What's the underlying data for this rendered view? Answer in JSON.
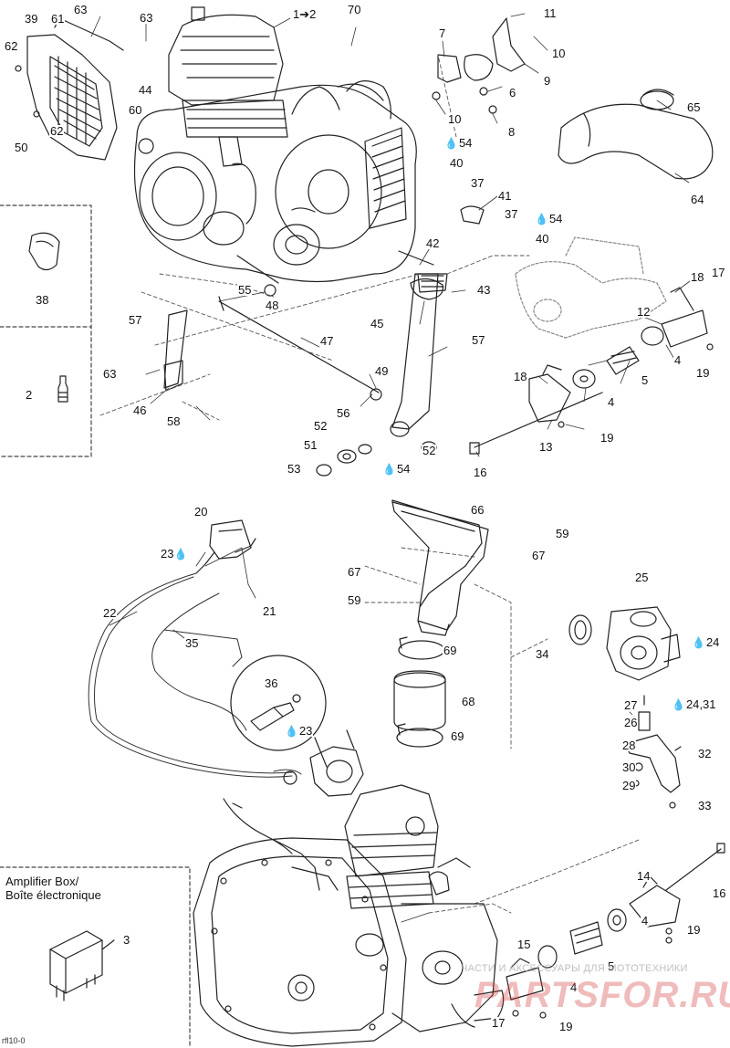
{
  "labels": {
    "l39": "39",
    "l61": "61",
    "l63a": "63",
    "l63b": "63",
    "l12arrow": "1➔2",
    "l70": "70",
    "l7": "7",
    "l11": "11",
    "l10a": "10",
    "l9": "9",
    "l6": "6",
    "l62a": "62",
    "l44": "44",
    "l60": "60",
    "l62b": "62",
    "l50": "50",
    "l10b": "10",
    "l8": "8",
    "l65": "65",
    "l54a": "54",
    "l40a": "40",
    "l64": "64",
    "l37a": "37",
    "l41": "41",
    "l37b": "37",
    "l54b": "54",
    "l40b": "40",
    "l42": "42",
    "l38": "38",
    "l43": "43",
    "l18a": "18",
    "l17a": "17",
    "l55": "55",
    "l48": "48",
    "l12": "12",
    "l57a": "57",
    "l45": "45",
    "l4a": "4",
    "l19a": "19",
    "l47": "47",
    "l57b": "57",
    "l63c": "63",
    "l49": "49",
    "l5a": "5",
    "l2": "2",
    "l18b": "18",
    "l4b": "4",
    "l46": "46",
    "l58": "58",
    "l56": "56",
    "l52a": "52",
    "l19b": "19",
    "l13": "13",
    "l51": "51",
    "l52b": "52",
    "l53": "53",
    "l54c": "54",
    "l16a": "16",
    "l20": "20",
    "l66": "66",
    "l59a": "59",
    "l23a": "23",
    "l67a": "67",
    "l67b": "67",
    "l59b": "59",
    "l21": "21",
    "l25": "25",
    "l22": "22",
    "l35": "35",
    "l34": "34",
    "l24a": "24",
    "l69a": "69",
    "l36": "36",
    "l68": "68",
    "l27": "27",
    "l2431": "24,31",
    "l23b": "23",
    "l26": "26",
    "l69b": "69",
    "l28": "28",
    "l32": "32",
    "l30": "30",
    "l29": "29",
    "l33": "33",
    "l3": "3",
    "l14": "14",
    "l16b": "16",
    "l4c": "4",
    "l19c": "19",
    "l15": "15",
    "l5b": "5",
    "l4d": "4",
    "l17b": "17",
    "l19d": "19"
  },
  "amplifier_box": {
    "title_en": "Amplifier Box/",
    "title_fr": "Boîte électronique"
  },
  "diagram_code": "rfl10-0",
  "watermark": {
    "line1": "ЧАСТИ И АКСЕССУАРЫ ДЛЯ МОТОТЕХНИКИ",
    "line2": "PARTSFOR.RU"
  }
}
